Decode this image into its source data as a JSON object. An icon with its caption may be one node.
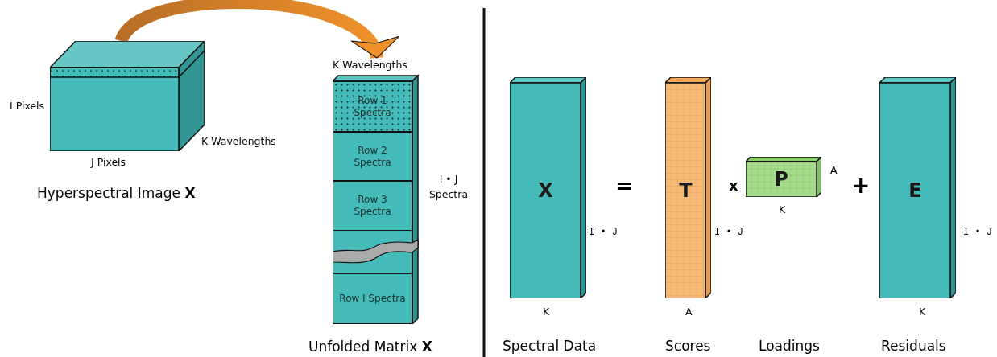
{
  "diagram": {
    "nodes": [
      {
        "text": [],
        "shape": "box",
        "beside": [
          "I Pixels",
          "J Pixels",
          "K Wavelengths",
          "Hyperspectral Image **X**"
        ]
      },
      {
        "text": [
          "K Wavelengths"
        ],
        "beside": [
          "I • J Spectra",
          "Unfolded Matrix **X**"
        ]
      },
      {
        "text": [
          "Row 1 Spectra"
        ],
        "in": 1
      },
      {
        "text": [
          "Row 2 Spectra"
        ],
        "in": 1
      },
      {
        "text": [
          "Row 3 Spectra"
        ],
        "in": 1
      },
      {
        "text": [
          "Row I Spectra"
        ],
        "in": 1
      },
      {
        "text": [
          "X"
        ],
        "beside": [
          "I • J",
          "K",
          "Spectral Data"
        ]
      },
      {
        "text": [
          "T"
        ],
        "beside": [
          "I • J",
          "A",
          "Scores"
        ]
      },
      {
        "text": [
          "P"
        ],
        "beside": [
          "A",
          "K"
        ]
      },
      {
        "text": [
          "E"
        ],
        "beside": [
          "I • J",
          "K",
          "Residuals"
        ]
      }
    ],
    "edges": [
      {
        "from": 0,
        "to": 1,
        "arrow": "to",
        "style": "thick"
      }
    ],
    "labels": [
      "=",
      "x",
      "Loadings",
      "+"
    ]
  }
}
